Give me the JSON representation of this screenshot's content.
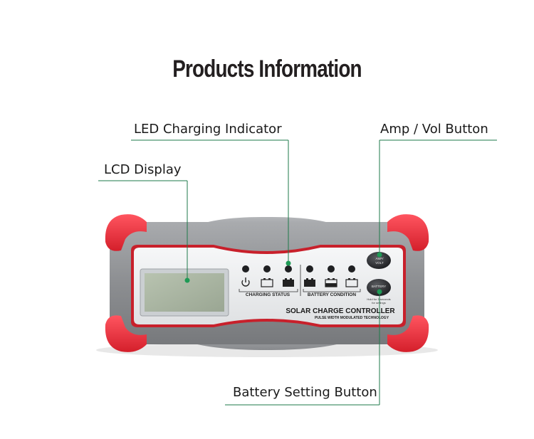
{
  "title": "Products Information",
  "callouts": {
    "led_indicator": "LED Charging Indicator",
    "amp_vol_button": "Amp / Vol Button",
    "lcd_display": "LCD Display",
    "battery_setting_button": "Battery Setting Button"
  },
  "device": {
    "charging_status_label": "CHARGING STATUS",
    "battery_condition_label": "BATTERY CONDITION",
    "amp_volt_button_label_1": "AMP/",
    "amp_volt_button_label_2": "VOLT",
    "battery_button_label": "BATTERY",
    "hold_note_1": "Hold for 3 seconds",
    "hold_note_2": "for settings",
    "brand_line": "SOLAR CHARGE CONTROLLER",
    "tech_line": "PULSE WIDTH MODULATED TECHNOLOGY"
  },
  "colors": {
    "callout_line": "#1e7a4a",
    "bumper_red": "#e8323c",
    "body_gray": "#8f9194",
    "panel_silver": "#eceef0",
    "lcd_green": "#a9b5a2",
    "panel_red_border": "#c8202b"
  }
}
